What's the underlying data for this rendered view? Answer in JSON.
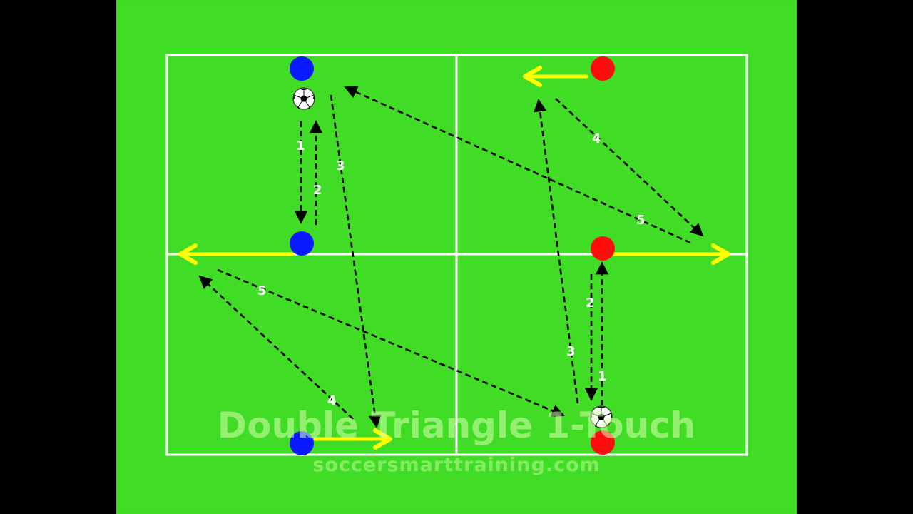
{
  "diagram": {
    "title": "Double Triangle 1-Touch",
    "website": "soccersmarttraining.com",
    "colors": {
      "pitch": "#3fdb23",
      "lines": "#ffffff",
      "blue_player": "#0a1aff",
      "red_player": "#ff0d0d",
      "run_arrow": "#ffff00",
      "pass_arrow": "#000000"
    },
    "pass_labels": {
      "left_1": "1",
      "left_2": "2",
      "left_3": "3",
      "left_4": "4",
      "left_5": "5",
      "right_1": "1",
      "right_2": "2",
      "right_3": "3",
      "right_4": "4",
      "right_5": "5"
    }
  }
}
